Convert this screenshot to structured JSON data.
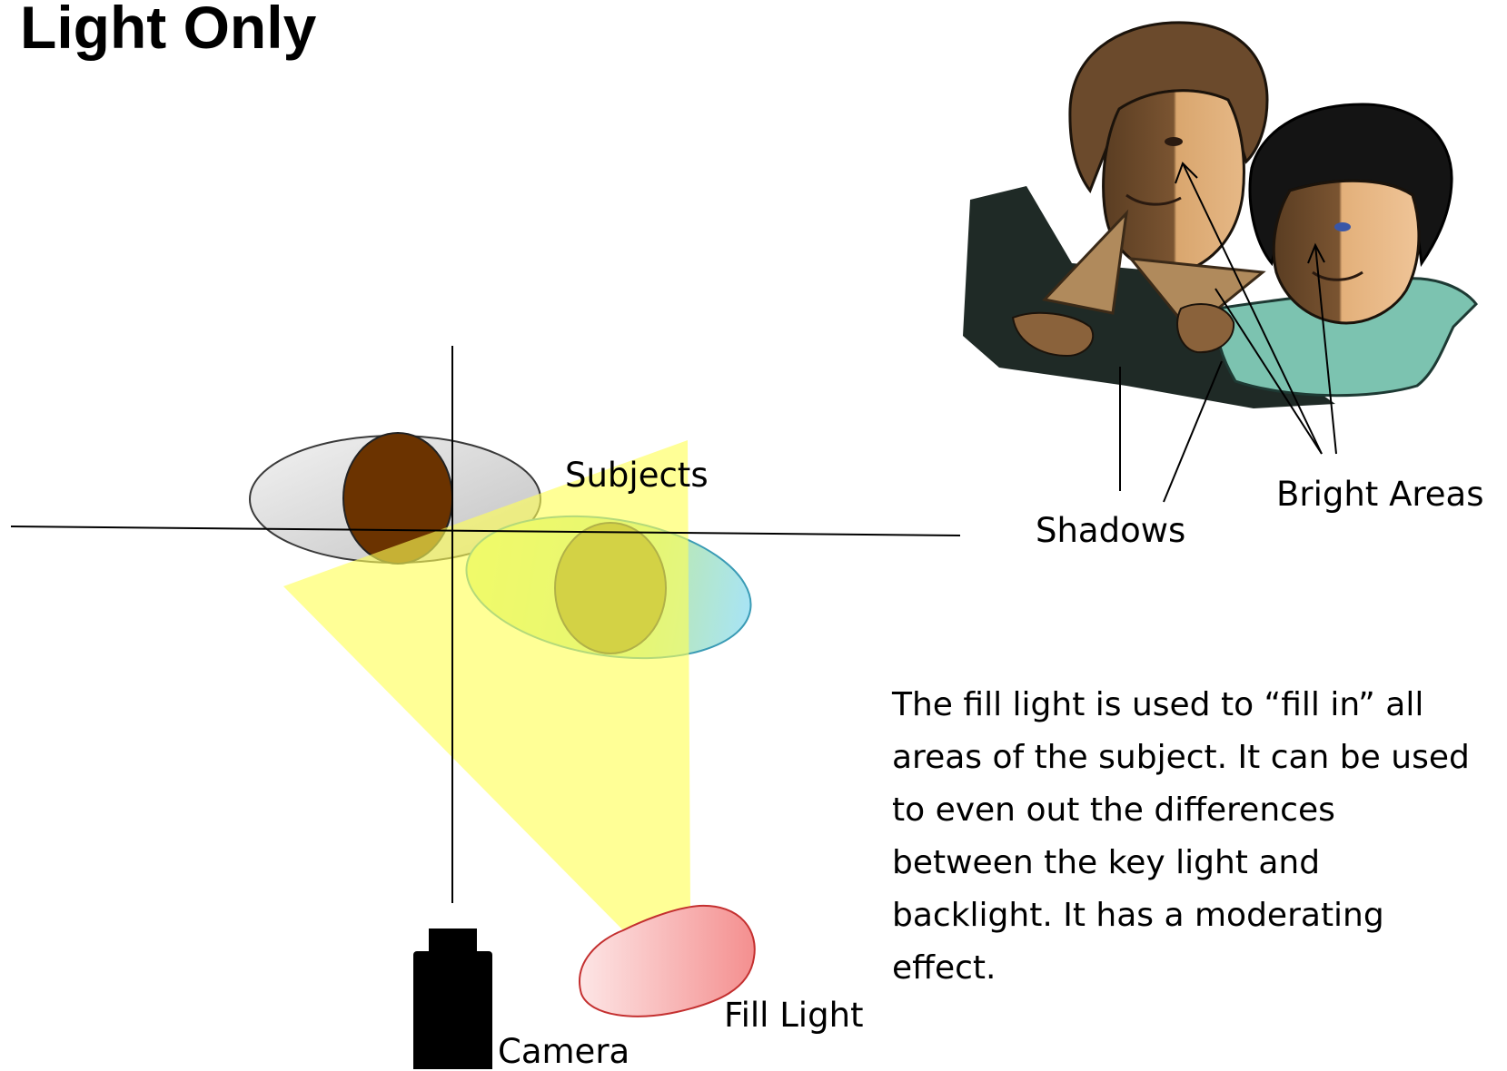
{
  "slide": {
    "title": "Light Only",
    "body_text": "The fill light is used to “fill in” all areas of the subject. It can be used to even out the differences between the key light and backlight.  It has a moderating effect."
  },
  "labels": {
    "subjects": "Subjects",
    "camera": "Camera",
    "fill_light": "Fill Light",
    "shadows": "Shadows",
    "bright_areas": "Bright Areas"
  },
  "colors": {
    "light_beam": "#ffff66",
    "subject_back": "#d6d6d6",
    "subject_back_head": "#6b3300",
    "subject_front": "#c6ec88",
    "subject_front_head": "#8c8a2a",
    "fill_light": "#f7a3a3",
    "camera": "#000000"
  },
  "illustration": {
    "subject": "illustration-couple-eating-pizza"
  }
}
